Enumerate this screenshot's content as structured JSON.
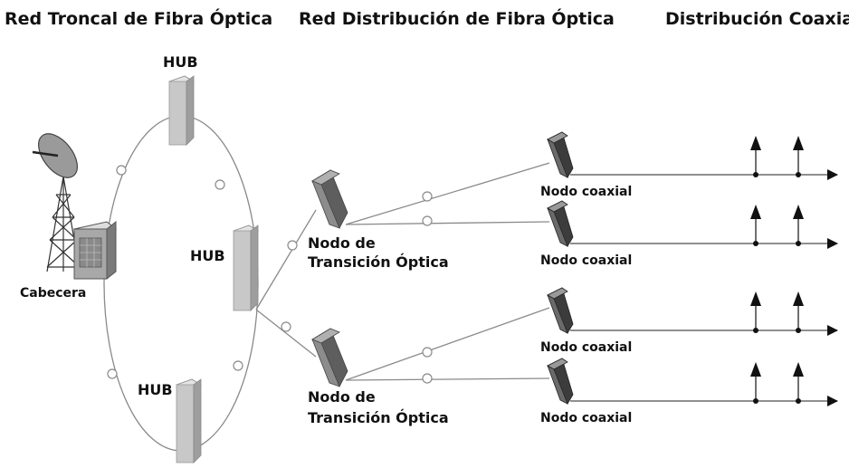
{
  "sections": {
    "trunk": "Red Troncal de Fibra Óptica",
    "distribution": "Red Distribución de Fibra Óptica",
    "coax": "Distribución Coaxial"
  },
  "headend": {
    "label": "Cabecera",
    "icon": "satellite-dish-tower-icon"
  },
  "hubs": [
    {
      "label": "HUB"
    },
    {
      "label": "HUB"
    },
    {
      "label": "HUB"
    }
  ],
  "transition_nodes": [
    {
      "line1": "Nodo de",
      "line2": "Transición Óptica"
    },
    {
      "line1": "Nodo de",
      "line2": "Transición Óptica"
    }
  ],
  "coax_nodes": [
    {
      "label": "Nodo coaxial"
    },
    {
      "label": "Nodo coaxial"
    },
    {
      "label": "Nodo coaxial"
    },
    {
      "label": "Nodo coaxial"
    }
  ],
  "colors": {
    "fiber": "#8a8a8a",
    "hub": "#c8c8c8",
    "transition_node": "#777777",
    "coax_node": "#555555",
    "coax_line": "#6a6a6a"
  }
}
